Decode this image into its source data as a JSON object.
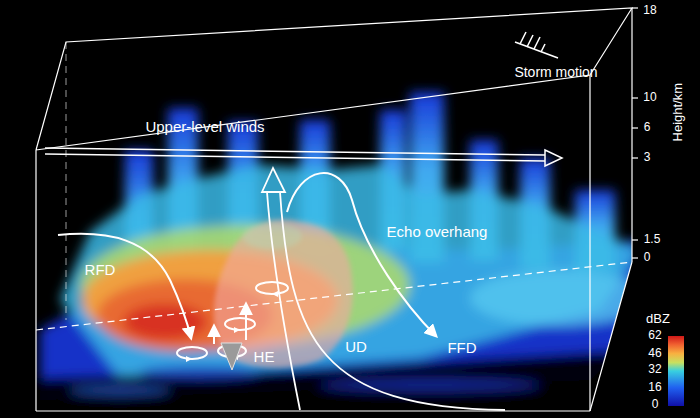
{
  "diagram": {
    "labels": [
      "18",
      "Storm motion",
      "10",
      "Height/km",
      "6",
      "Upper-level winds",
      "3",
      "1.5",
      "Echo overhang",
      "0",
      "RFD",
      "dBZ",
      "62",
      "46",
      "HE",
      "UD",
      "32",
      "FFD",
      "16",
      "0"
    ]
  }
}
